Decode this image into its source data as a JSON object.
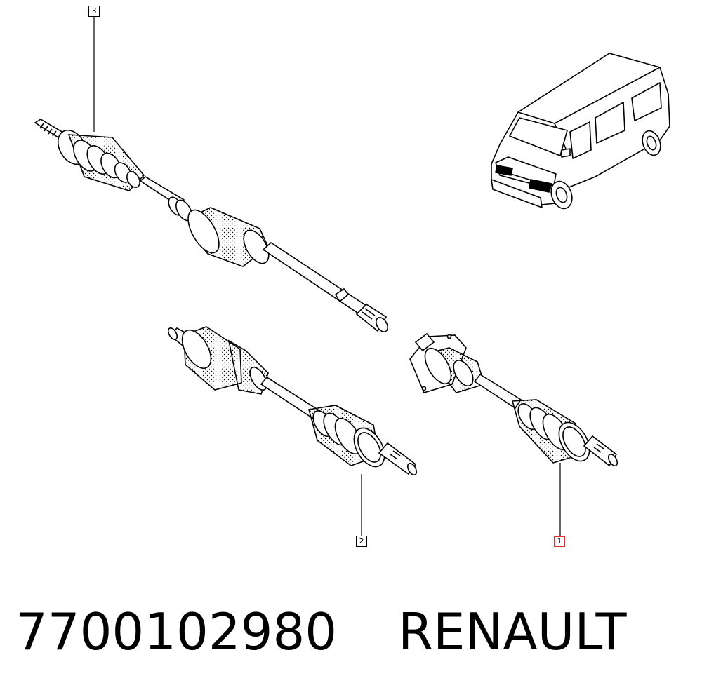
{
  "callouts": [
    {
      "id": "3",
      "label": "3"
    },
    {
      "id": "2",
      "label": "2"
    },
    {
      "id": "1",
      "label": "1",
      "highlighted": true
    }
  ],
  "footer": {
    "part_number": "7700102980",
    "brand": "RENAULT"
  },
  "colors": {
    "line": "#000000",
    "highlight": "#d8343a",
    "background": "#ffffff"
  }
}
